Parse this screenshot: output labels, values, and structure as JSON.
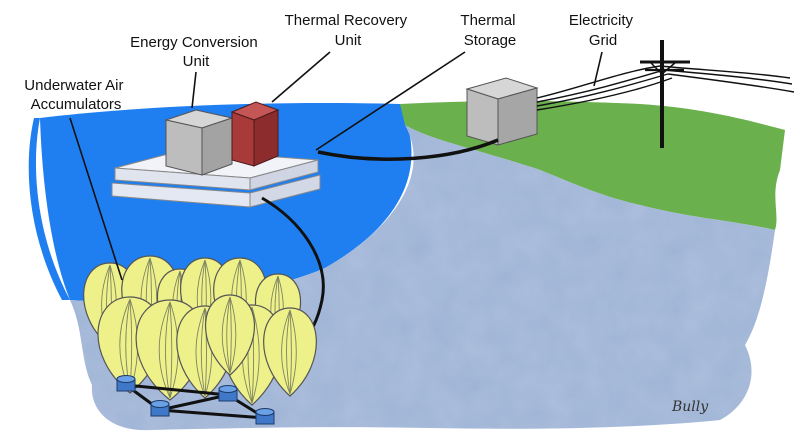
{
  "labels": {
    "energy_conversion": [
      "Energy Conversion",
      "Unit"
    ],
    "thermal_recovery": [
      "Thermal Recovery",
      "Unit"
    ],
    "thermal_storage": [
      "Thermal",
      "Storage"
    ],
    "electricity_grid": [
      "Electricity",
      "Grid"
    ],
    "underwater_accumulators": [
      "Underwater Air",
      "Accumulators"
    ]
  },
  "signature": "Bully",
  "colors": {
    "water": "#1f7ff0",
    "seabed": "#9fb3d6",
    "seabed_dark": "#8aa2cc",
    "land": "#6ab04c",
    "platform": "#e4e8f2",
    "module_gray": "#b9b9b9",
    "module_red": "#a83a3a",
    "balloon": "#eef08a",
    "balloon_rib": "#7e8460",
    "anchor": "#3f78c8"
  },
  "icons": {
    "pylon": "power-pylon-icon"
  }
}
